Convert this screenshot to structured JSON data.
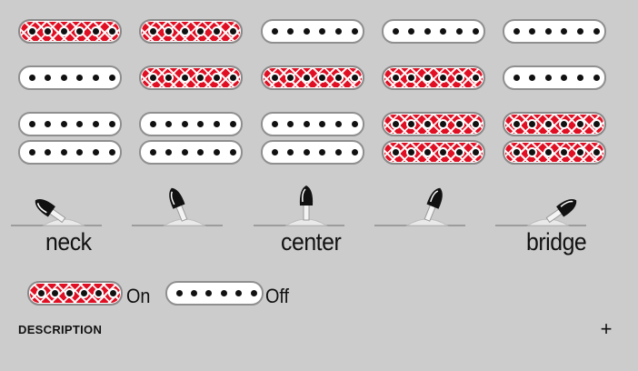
{
  "colors": {
    "on": "#e10f23",
    "off": "#ffffff",
    "background": "#cccccc"
  },
  "positions": [
    {
      "name": "neck",
      "label": "neck",
      "selector_angle_deg": -55,
      "pickups": {
        "neck": "on",
        "middle": "off",
        "bridge": "off"
      }
    },
    {
      "name": "position-2",
      "label": "",
      "selector_angle_deg": -22,
      "pickups": {
        "neck": "on",
        "middle": "on",
        "bridge": "off"
      }
    },
    {
      "name": "center",
      "label": "center",
      "selector_angle_deg": 0,
      "pickups": {
        "neck": "off",
        "middle": "on",
        "bridge": "off"
      }
    },
    {
      "name": "position-4",
      "label": "",
      "selector_angle_deg": 22,
      "pickups": {
        "neck": "off",
        "middle": "on",
        "bridge": "on"
      }
    },
    {
      "name": "bridge",
      "label": "bridge",
      "selector_angle_deg": 55,
      "pickups": {
        "neck": "off",
        "middle": "off",
        "bridge": "on"
      }
    }
  ],
  "legend": {
    "on_label": "On",
    "off_label": "Off"
  },
  "description": {
    "title": "DESCRIPTION",
    "toggle_icon": "plus-icon",
    "toggle_symbol": "+"
  }
}
